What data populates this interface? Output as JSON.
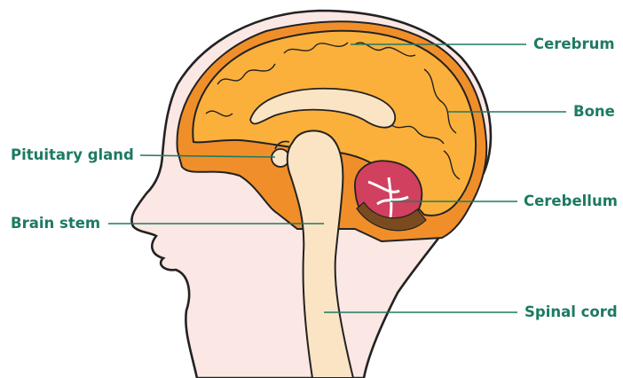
{
  "diagram": {
    "labels": {
      "cerebrum": "Cerebrum",
      "bone": "Bone",
      "pituitary_gland": "Pituitary gland",
      "cerebellum": "Cerebellum",
      "brain_stem": "Brain stem",
      "spinal_cord": "Spinal cord"
    },
    "colors": {
      "label_text": "#1d7a63",
      "skin": "#fbe7e3",
      "outline": "#222222",
      "bone": "#f08f2a",
      "cerebrum": "#fbb03b",
      "brain_stem": "#fbe4c4",
      "cerebellum": "#d1405e"
    }
  }
}
